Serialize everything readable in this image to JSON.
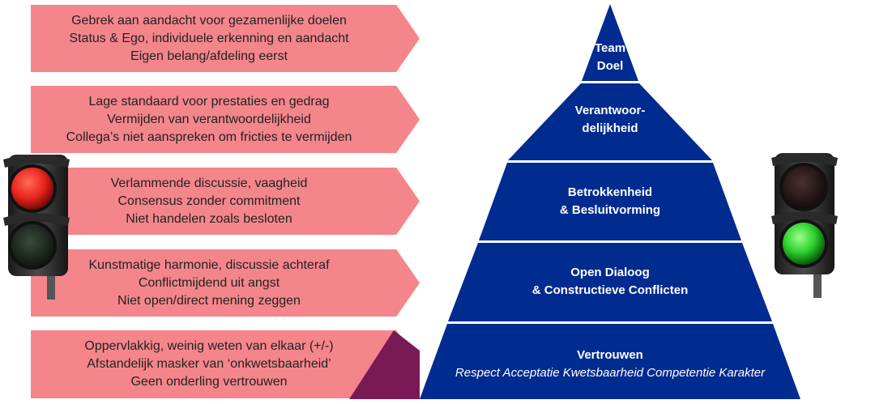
{
  "left_panels": [
    {
      "lines": [
        "Gebrek aan aandacht voor gezamenlijke doelen",
        "Status & Ego, individuele erkenning en aandacht",
        "Eigen belang/afdeling eerst"
      ]
    },
    {
      "lines": [
        "Lage standaard voor prestaties en gedrag",
        "Vermijden van verantwoordelijkheid",
        "Collega’s niet aanspreken om fricties te vermijden"
      ]
    },
    {
      "lines": [
        "Verlammende discussie, vaagheid",
        "Consensus zonder commitment",
        "Niet handelen zoals besloten"
      ]
    },
    {
      "lines": [
        "Kunstmatige harmonie, discussie achteraf",
        "Conflictmijdend uit angst",
        "Niet open/direct mening zeggen"
      ]
    },
    {
      "lines": [
        "Oppervlakkig, weinig weten van elkaar (+/-)",
        "Afstandelijk masker van ‘onkwetsbaarheid’",
        "Geen onderling vertrouwen"
      ]
    }
  ],
  "pyramid_levels": [
    {
      "lines": [
        "Team",
        "Doel"
      ]
    },
    {
      "lines": [
        "Verantwoor-",
        "delijkheid"
      ]
    },
    {
      "lines": [
        "Betrokkenheid",
        "& Besluitvorming"
      ]
    },
    {
      "lines": [
        "Open Dialoog",
        "& Constructieve Conflicten"
      ]
    },
    {
      "lines": [
        "Vertrouwen"
      ],
      "subtitle": "Respect  Acceptatie  Kwetsbaarheid Competentie Karakter"
    }
  ],
  "colors": {
    "panel": "#f4868b",
    "pyramid": "#002b8f",
    "overlap": "#7a1a55",
    "red_light": "#e8231c",
    "green_light": "#2fd12f"
  }
}
